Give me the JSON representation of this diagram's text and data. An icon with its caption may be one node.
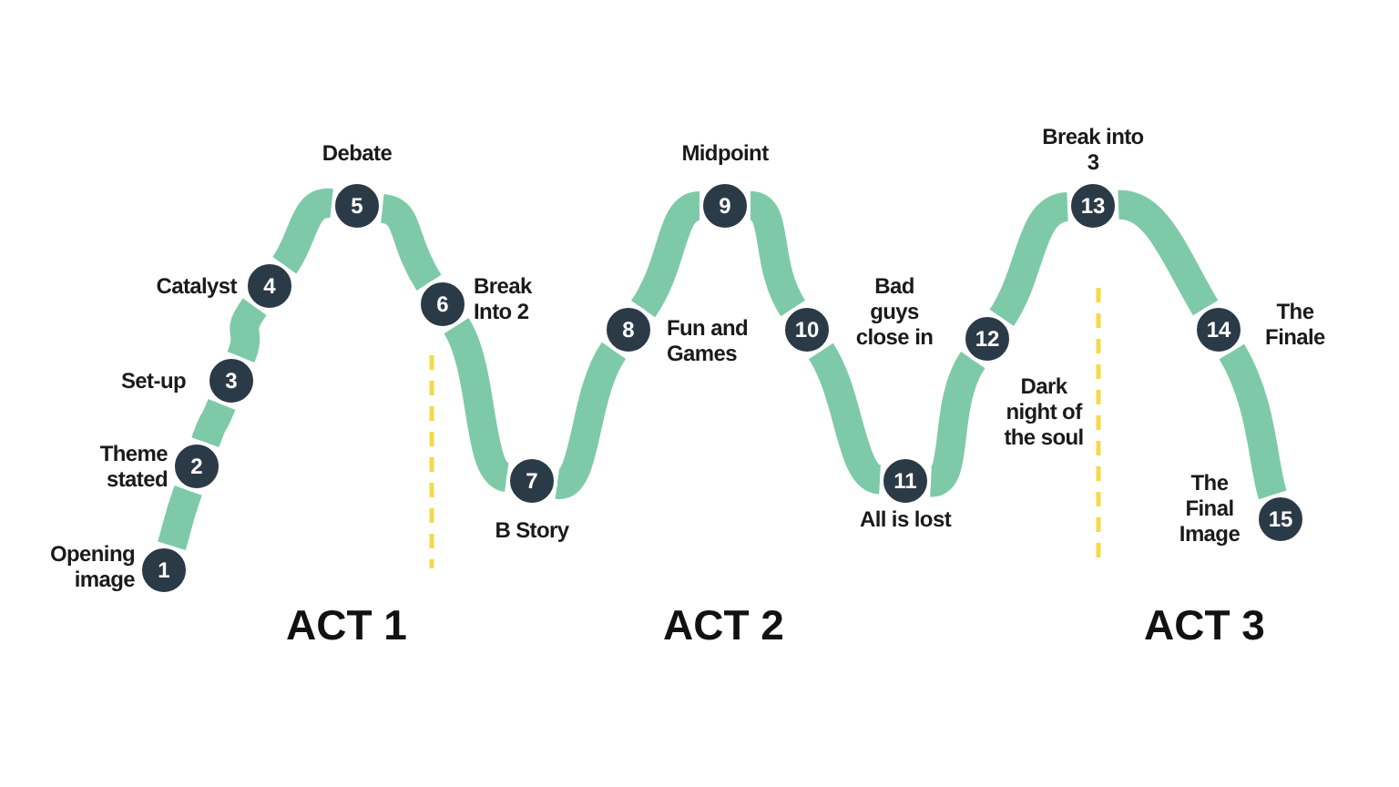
{
  "diagram": {
    "nodes": [
      {
        "text": [
          "1"
        ],
        "beside": [
          "Opening image"
        ]
      },
      {
        "text": [
          "2"
        ],
        "beside": [
          "Theme stated"
        ]
      },
      {
        "text": [
          "3"
        ],
        "beside": [
          "Set-up"
        ]
      },
      {
        "text": [
          "4"
        ],
        "beside": [
          "Catalyst"
        ]
      },
      {
        "text": [
          "5"
        ],
        "beside": [
          "Debate"
        ]
      },
      {
        "text": [
          "6"
        ],
        "beside": [
          "Break Into 2"
        ]
      },
      {
        "text": [
          "7"
        ],
        "beside": [
          "B Story"
        ]
      },
      {
        "text": [
          "8"
        ],
        "beside": [
          "Fun and Games"
        ]
      },
      {
        "text": [
          "9"
        ],
        "beside": [
          "Midpoint"
        ]
      },
      {
        "text": [
          "10"
        ],
        "beside": [
          "Bad guys close in"
        ]
      },
      {
        "text": [
          "11"
        ],
        "beside": [
          "All is lost"
        ]
      },
      {
        "text": [
          "12"
        ],
        "beside": [
          "Dark night of the soul"
        ]
      },
      {
        "text": [
          "13"
        ],
        "beside": [
          "Break into 3"
        ]
      },
      {
        "text": [
          "14"
        ],
        "beside": [
          "The Finale"
        ]
      },
      {
        "text": [
          "15"
        ],
        "beside": [
          "The Final Image"
        ]
      }
    ],
    "edges": [
      {
        "from": 0,
        "to": 1,
        "arrow": "none"
      },
      {
        "from": 1,
        "to": 2,
        "arrow": "none"
      },
      {
        "from": 2,
        "to": 3,
        "arrow": "none"
      },
      {
        "from": 3,
        "to": 4,
        "arrow": "none"
      },
      {
        "from": 4,
        "to": 5,
        "arrow": "none"
      },
      {
        "from": 5,
        "to": 6,
        "arrow": "none"
      },
      {
        "from": 6,
        "to": 7,
        "arrow": "none"
      },
      {
        "from": 7,
        "to": 8,
        "arrow": "none"
      },
      {
        "from": 8,
        "to": 9,
        "arrow": "none"
      },
      {
        "from": 9,
        "to": 10,
        "arrow": "none"
      },
      {
        "from": 10,
        "to": 11,
        "arrow": "none"
      },
      {
        "from": 11,
        "to": 12,
        "arrow": "none"
      },
      {
        "from": 12,
        "to": 13,
        "arrow": "none"
      },
      {
        "from": 13,
        "to": 14,
        "arrow": "none"
      }
    ],
    "labels": [
      "ACT 1",
      "ACT 2",
      "ACT 3"
    ]
  }
}
